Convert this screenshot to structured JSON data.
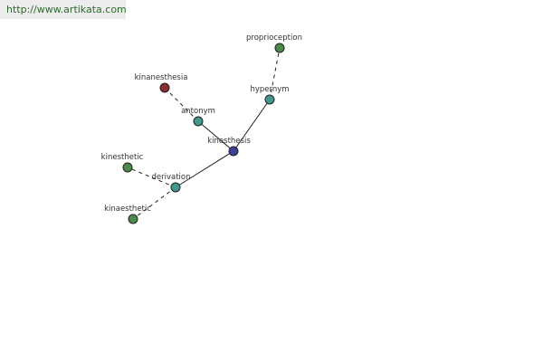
{
  "header": {
    "url_text": "http://www.artikata.com"
  },
  "colors": {
    "center": "#3a3f9a",
    "relation": "#3f9a8c",
    "term": "#4a8a4a",
    "antonym_term": "#8a2f2f"
  },
  "graph": {
    "nodes": [
      {
        "id": "kinesthesis",
        "label": "kinesthesis",
        "kind": "center"
      },
      {
        "id": "hypernym",
        "label": "hypernym",
        "kind": "relation"
      },
      {
        "id": "proprioception",
        "label": "proprioception",
        "kind": "term"
      },
      {
        "id": "antonym",
        "label": "antonym",
        "kind": "relation"
      },
      {
        "id": "kinanesthesia",
        "label": "kinanesthesia",
        "kind": "antonym_term"
      },
      {
        "id": "derivation",
        "label": "derivation",
        "kind": "relation"
      },
      {
        "id": "kinesthetic",
        "label": "kinesthetic",
        "kind": "term"
      },
      {
        "id": "kinaesthetic",
        "label": "kinaesthetic",
        "kind": "term"
      }
    ],
    "edges": [
      {
        "from": "kinesthesis",
        "to": "hypernym",
        "style": "solid"
      },
      {
        "from": "hypernym",
        "to": "proprioception",
        "style": "dashed"
      },
      {
        "from": "kinesthesis",
        "to": "antonym",
        "style": "solid"
      },
      {
        "from": "antonym",
        "to": "kinanesthesia",
        "style": "dashed"
      },
      {
        "from": "kinesthesis",
        "to": "derivation",
        "style": "solid"
      },
      {
        "from": "derivation",
        "to": "kinesthetic",
        "style": "dashed"
      },
      {
        "from": "derivation",
        "to": "kinaesthetic",
        "style": "dashed"
      }
    ]
  }
}
